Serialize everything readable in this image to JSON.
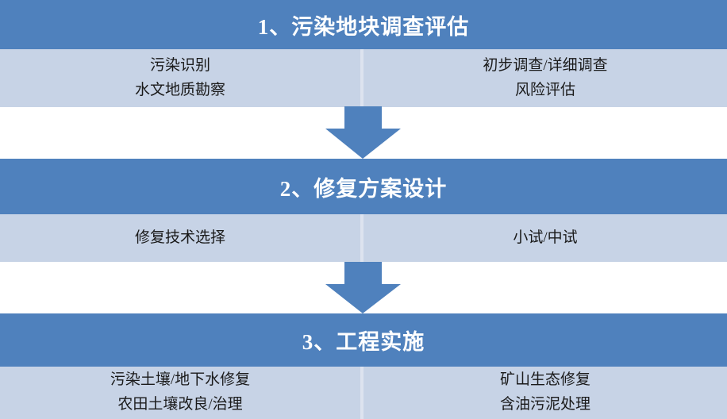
{
  "diagram": {
    "type": "vertical-flow",
    "title_colors": {
      "header_bg": "#4F81BD",
      "header_text": "#FFFFFF",
      "body_bg": "#C7D3E6",
      "body_text": "#1A1A1A",
      "arrow_fill": "#4F81BD",
      "divider": "#DDE3EF",
      "page_bg": "#FFFFFF"
    },
    "stages": [
      {
        "id": "stage-1",
        "header": "1、污染地块调查评估",
        "columns": [
          {
            "lines": [
              "污染识别",
              "水文地质勘察"
            ]
          },
          {
            "lines": [
              "初步调查/详细调查",
              "风险评估"
            ]
          }
        ]
      },
      {
        "id": "stage-2",
        "header": "2、修复方案设计",
        "columns": [
          {
            "lines": [
              "修复技术选择"
            ]
          },
          {
            "lines": [
              "小试/中试"
            ]
          }
        ]
      },
      {
        "id": "stage-3",
        "header": "3、工程实施",
        "columns": [
          {
            "lines": [
              "污染土壤/地下水修复",
              "农田土壤改良/治理"
            ]
          },
          {
            "lines": [
              "矿山生态修复",
              "含油污泥处理"
            ]
          }
        ]
      }
    ],
    "connectors": [
      {
        "id": "connector-1",
        "icon": "down-arrow-icon",
        "from": "stage-1",
        "to": "stage-2"
      },
      {
        "id": "connector-2",
        "icon": "down-arrow-icon",
        "from": "stage-2",
        "to": "stage-3"
      }
    ]
  }
}
